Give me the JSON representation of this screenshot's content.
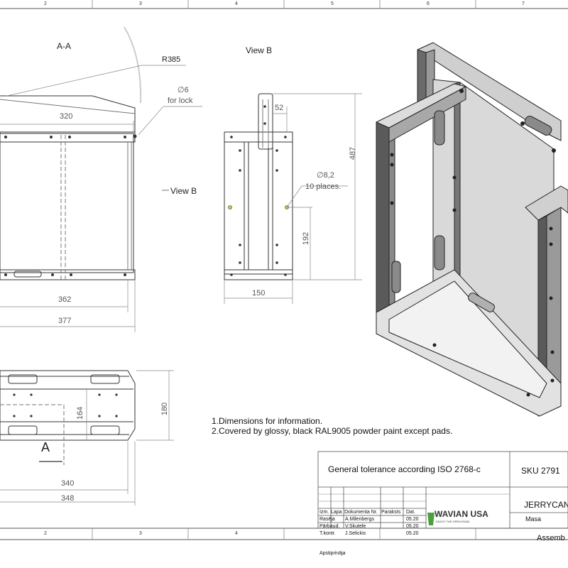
{
  "views": {
    "section_label": "A-A",
    "view_b_label": "View B",
    "view_b_arrow_label": "View B",
    "section_marker": "A"
  },
  "dimensions": {
    "r385": "R385",
    "d6": "∅6",
    "for_lock": "for lock",
    "d320": "320",
    "d362": "362",
    "d377": "377",
    "d52": "52",
    "d487": "487",
    "d82": "∅8,2",
    "ten_places": "10 places.",
    "d192": "192",
    "d150": "150",
    "d164": "164",
    "d180": "180",
    "d340": "340",
    "d348": "348"
  },
  "notes": [
    "1.Dimensions for information.",
    "2.Covered by glossy, black RAL9005 powder paint except pads."
  ],
  "title_block": {
    "tolerance": "General tolerance according ISO 2768-c",
    "sku": "SKU 2791",
    "part_name": "JERRYCAN",
    "mass_label": "Masa",
    "assembly_label": "Assemb",
    "header_cols": [
      "Izm.",
      "Lapa",
      "Dokumenta Nr.",
      "Paraksts",
      "Dat."
    ],
    "rows": [
      {
        "role": "Rasēja",
        "name": "A.Milenbergs",
        "date": "05.20"
      },
      {
        "role": "Pārbaud.",
        "name": "V.Skutele",
        "date": "05.20"
      },
      {
        "role": "T.kontr.",
        "name": "J.Selickis",
        "date": "05.20"
      }
    ],
    "approved_label": "Apstiprināja",
    "logo_text": "WAVIAN USA",
    "logo_sub": "ENJOY THE OPEN ROAD"
  },
  "zones": [
    "2",
    "3",
    "4",
    "5",
    "6",
    "7"
  ],
  "colors": {
    "line": "#333333",
    "dim": "#888888",
    "steel_light": "#d4d4d4",
    "steel_dark": "#5f5f5f",
    "logo_green": "#4aa13b"
  }
}
